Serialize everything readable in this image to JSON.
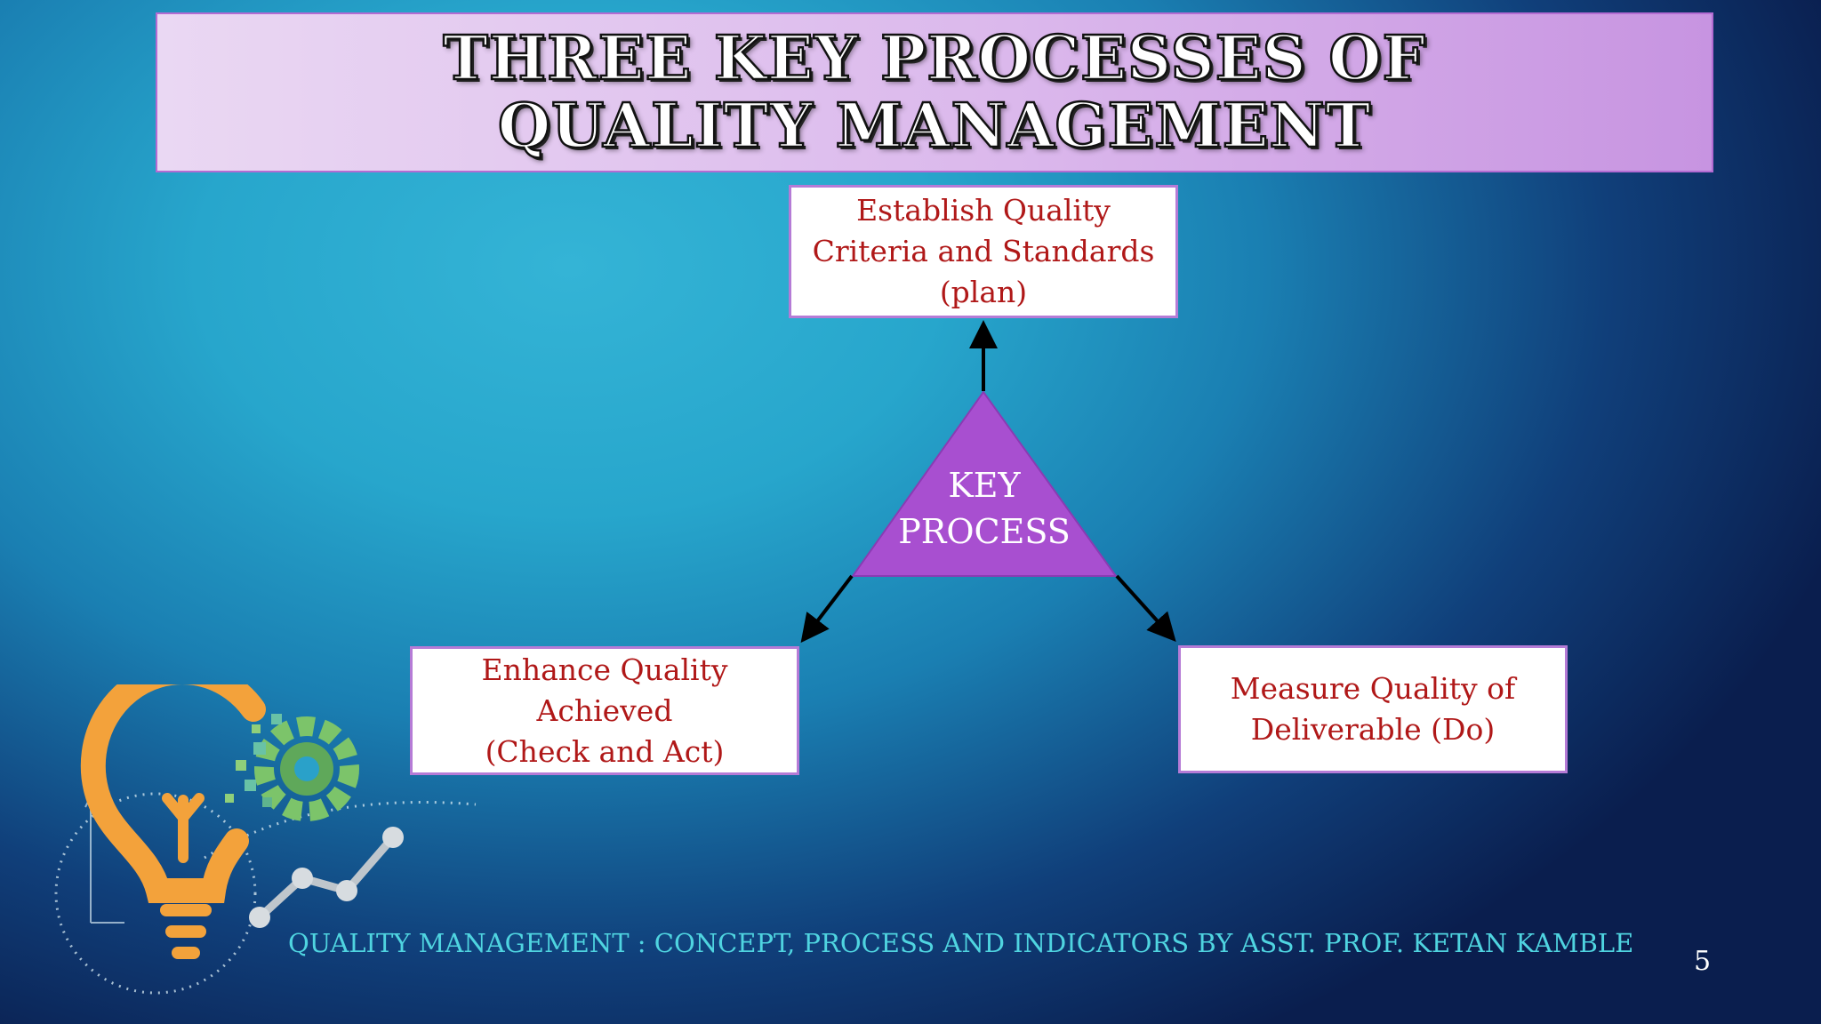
{
  "slide": {
    "title": "THREE KEY PROCESSES OF QUALITY MANAGEMENT",
    "footer": "QUALITY MANAGEMENT : CONCEPT, PROCESS AND INDICATORS BY ASST. PROF. KETAN KAMBLE",
    "page_number": "5"
  },
  "diagram": {
    "center_label": "KEY\nPROCESS",
    "nodes": {
      "top": "Establish Quality\nCriteria and Standards\n(plan)",
      "left": "Enhance Quality\nAchieved\n(Check and Act)",
      "right": "Measure Quality of\nDeliverable (Do)"
    }
  },
  "colors": {
    "title_bg": "#dbb8ec",
    "box_text": "#b01818",
    "box_border": "#b57bd6",
    "triangle_fill": "#a84fd0",
    "footer_text": "#4fd4e0"
  },
  "icons": [
    "lightbulb-icon",
    "gear-icon",
    "growth-chart-icon"
  ]
}
